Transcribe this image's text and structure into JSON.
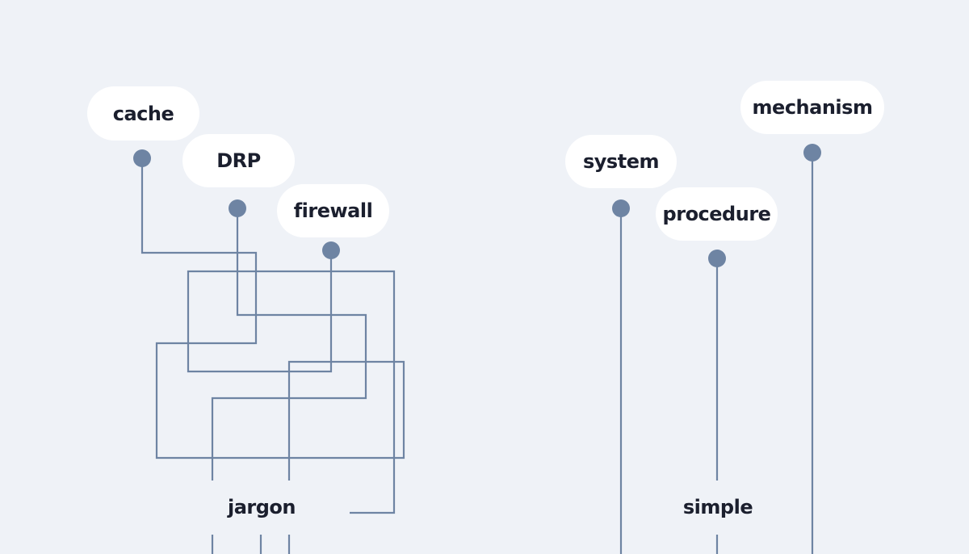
{
  "colors": {
    "background": "#eff2f7",
    "wire": "#6e84a3",
    "node": "#6e84a3",
    "pill": "#ffffff",
    "text": "#1b1f2e"
  },
  "sources": [
    {
      "id": "cache",
      "label": "cache"
    },
    {
      "id": "drp",
      "label": "DRP"
    },
    {
      "id": "firewall",
      "label": "firewall"
    },
    {
      "id": "system",
      "label": "system"
    },
    {
      "id": "procedure",
      "label": "procedure"
    },
    {
      "id": "mechanism",
      "label": "mechanism"
    }
  ],
  "targets": [
    {
      "id": "jargon",
      "label": "jargon"
    },
    {
      "id": "simple",
      "label": "simple"
    }
  ]
}
